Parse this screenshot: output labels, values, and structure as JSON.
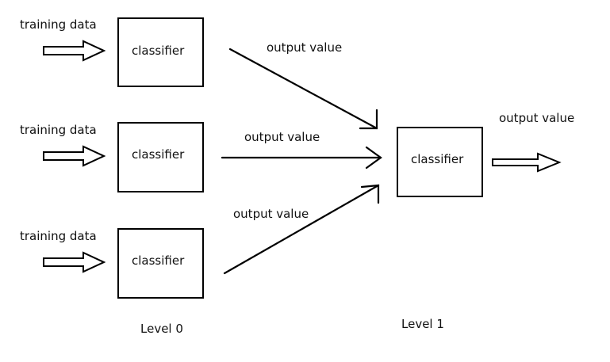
{
  "level0": {
    "rows": [
      {
        "input_label": "training data",
        "classifier_label": "classifier",
        "output_label": "output value"
      },
      {
        "input_label": "training data",
        "classifier_label": "classifier",
        "output_label": "output value"
      },
      {
        "input_label": "training data",
        "classifier_label": "classifier",
        "output_label": "output value"
      }
    ],
    "level_label": "Level 0"
  },
  "level1": {
    "classifier_label": "classifier",
    "output_label": "output value",
    "level_label": "Level 1"
  },
  "icons": {
    "input_arrow": "hollow-right-arrow-icon",
    "output_arrow": "hollow-right-arrow-icon",
    "connector": "line-arrow"
  }
}
